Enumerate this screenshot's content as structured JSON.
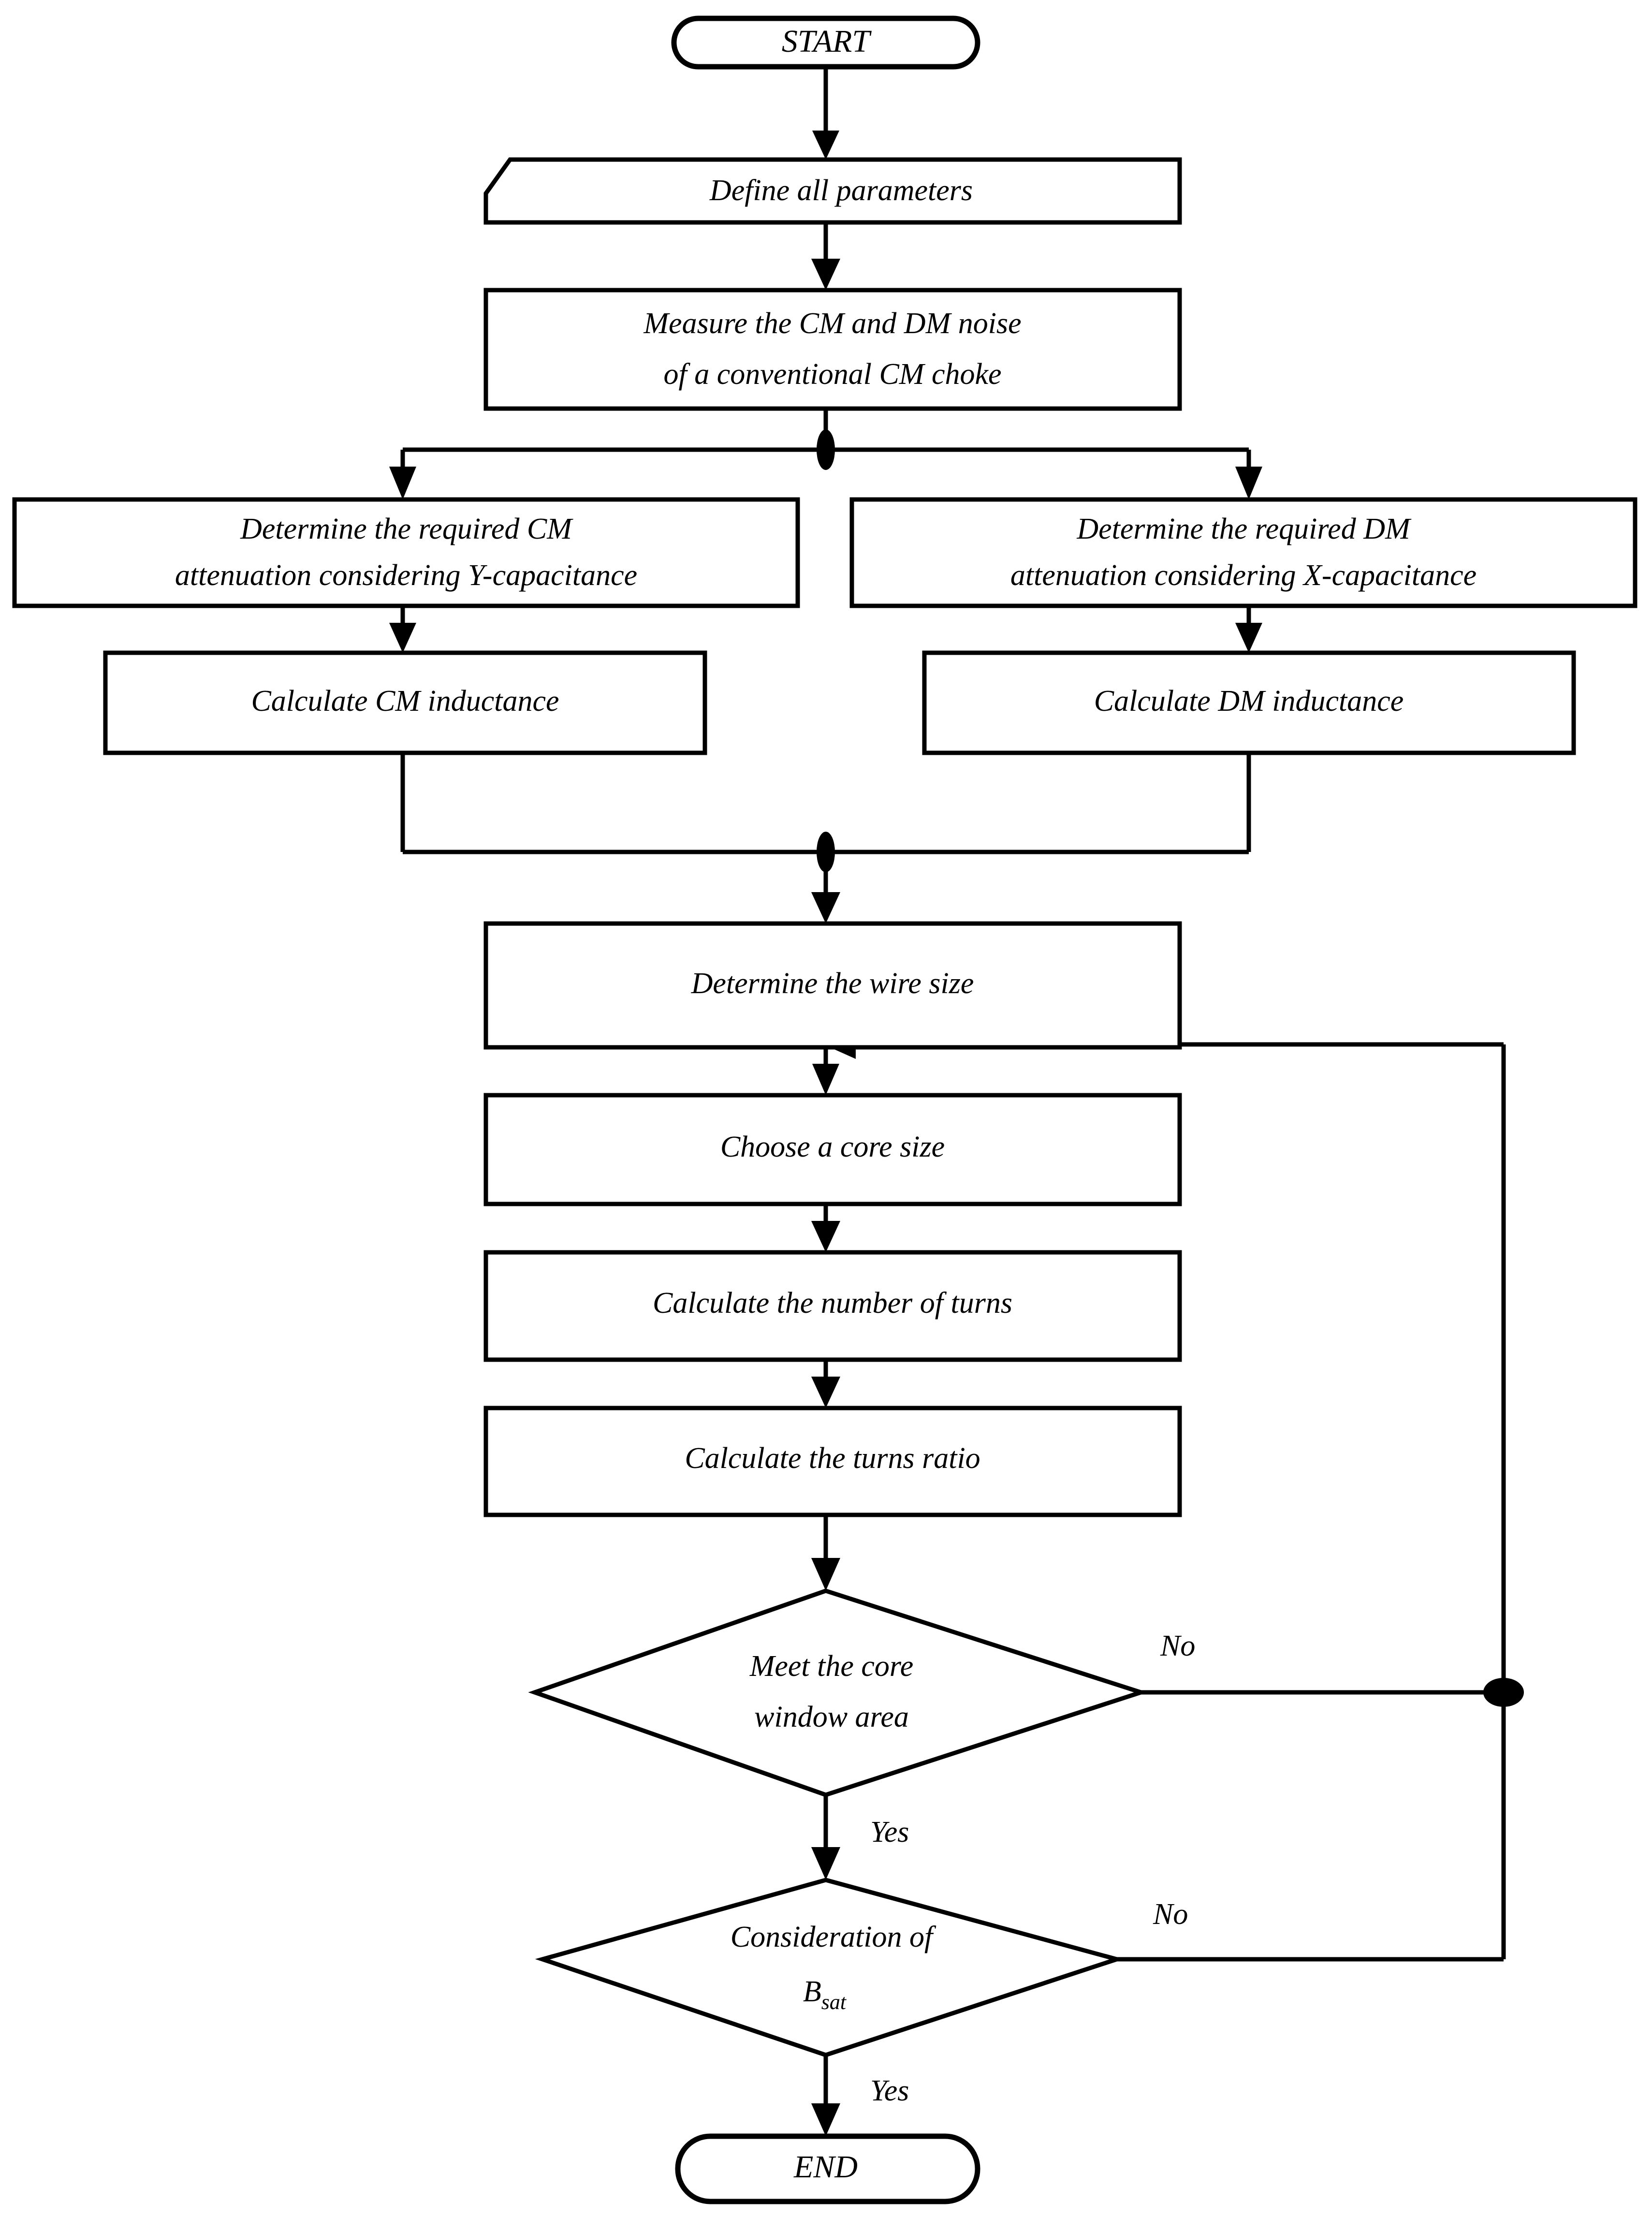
{
  "diagram": {
    "title": "CM choke design flowchart",
    "type": "flowchart",
    "stroke_color": "#000000",
    "fill_color": "#ffffff",
    "background": "#ffffff"
  },
  "nodes": {
    "start": {
      "label": "START",
      "shape": "terminator"
    },
    "define_parameters": {
      "label": "Define all parameters",
      "shape": "manual-input"
    },
    "measure_noise": {
      "line1": "Measure the CM and DM noise",
      "line2": "of a conventional CM choke",
      "shape": "process"
    },
    "determine_cm": {
      "line1": "Determine the required CM",
      "line2": "attenuation considering Y-capacitance",
      "shape": "process"
    },
    "determine_dm": {
      "line1": "Determine the required DM",
      "line2": "attenuation considering X-capacitance",
      "shape": "process"
    },
    "calc_cm_inductance": {
      "label": "Calculate CM inductance",
      "shape": "process"
    },
    "calc_dm_inductance": {
      "label": "Calculate DM inductance",
      "shape": "process"
    },
    "determine_wire_size": {
      "label": "Determine the wire size",
      "shape": "process"
    },
    "choose_core_size": {
      "label": "Choose a core size",
      "shape": "process"
    },
    "calc_number_of_turns": {
      "label": "Calculate the number of turns",
      "shape": "process"
    },
    "calc_turns_ratio": {
      "label": "Calculate the turns ratio",
      "shape": "process"
    },
    "decision_core_window": {
      "line1": "Meet the core",
      "line2": "window area",
      "shape": "decision"
    },
    "decision_bsat": {
      "line1": "Consideration of",
      "line2_base": "B",
      "line2_sub": "sat",
      "shape": "decision"
    },
    "end": {
      "label": "END",
      "shape": "terminator"
    }
  },
  "edge_labels": {
    "core_window_no": "No",
    "core_window_yes": "Yes",
    "bsat_no": "No",
    "bsat_yes": "Yes"
  }
}
